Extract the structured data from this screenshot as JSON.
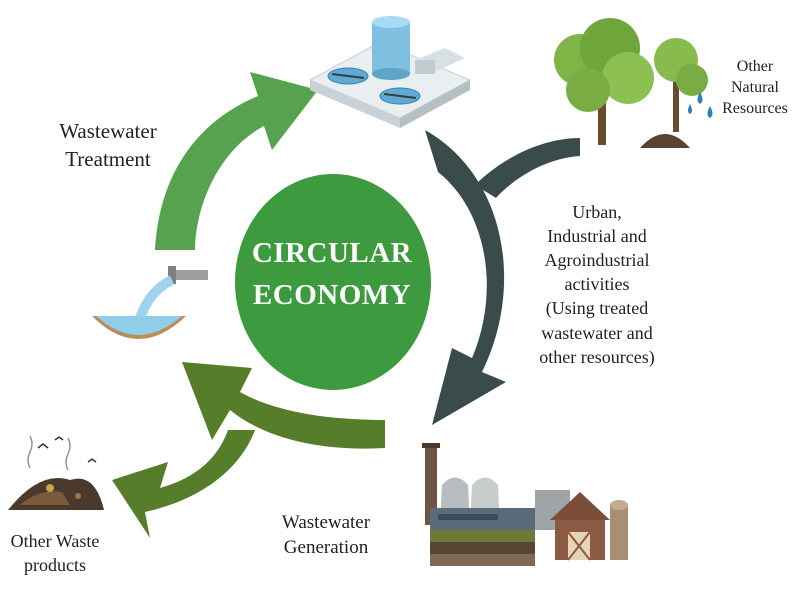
{
  "diagram": {
    "center": {
      "line1": "CIRCULAR",
      "line2": "ECONOMY"
    },
    "labels": {
      "wastewater_treatment": [
        "Wastewater",
        "Treatment"
      ],
      "natural_resources": [
        "Other",
        "Natural",
        "Resources"
      ],
      "activities": [
        "Urban,",
        "Industrial and",
        "Agroindustrial",
        "activities",
        "(Using treated",
        "wastewater and",
        "other resources)"
      ],
      "wastewater_generation": [
        "Wastewater",
        "Generation"
      ],
      "waste_products": [
        "Other Waste",
        "products"
      ]
    },
    "colors": {
      "ellipse": "#3e9a3f",
      "arrow_treatment": "#56a24e",
      "arrow_activities": "#394b4a",
      "arrow_generation": "#557d2a"
    },
    "icons": [
      "treatment-plant-icon",
      "trees-icon",
      "factory-farm-icon",
      "waste-pile-icon",
      "water-basin-icon"
    ]
  }
}
